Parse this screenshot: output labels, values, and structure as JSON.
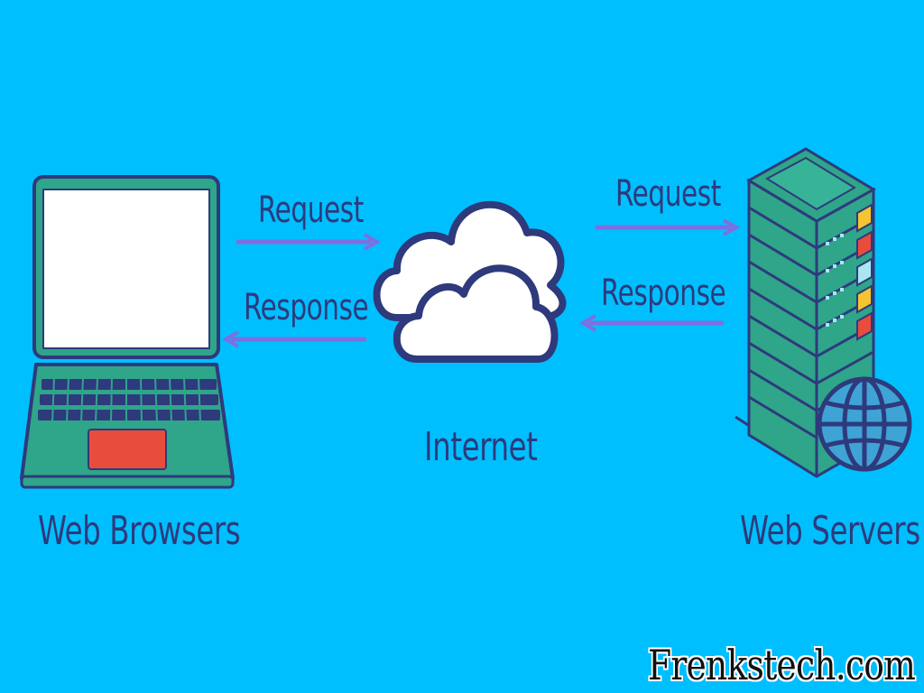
{
  "nodes": {
    "client": "Web Browsers",
    "network": "Internet",
    "server": "Web Servers"
  },
  "flows": {
    "left_request": "Request",
    "left_response": "Response",
    "right_request": "Request",
    "right_response": "Response"
  },
  "watermark": "Frenkstech.com",
  "colors": {
    "background": "#00BFFF",
    "text": "#2E3A7C",
    "arrow": "#7E6FE0",
    "device_green": "#2FA58A",
    "outline": "#2E3A7C",
    "screen": "#FFFFFF",
    "trackpad": "#E84C3D",
    "cloud": "#FFFFFF"
  },
  "icons": [
    "laptop-icon",
    "cloud-icon",
    "server-rack-icon",
    "globe-icon"
  ]
}
